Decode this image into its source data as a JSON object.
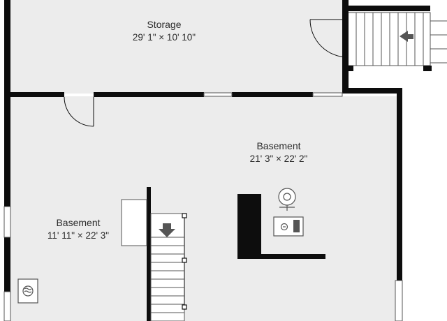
{
  "colors": {
    "wall": "#0d0d0d",
    "floor": "#ececec",
    "background": "#ffffff",
    "text": "#2b2b2b",
    "stair_line": "#555555"
  },
  "rooms": [
    {
      "name": "Storage",
      "dimensions": "29' 1\" × 10' 10\""
    },
    {
      "name": "Basement",
      "dimensions": "21' 3\" × 22' 2\""
    },
    {
      "name": "Basement",
      "dimensions": "11' 11\" × 22' 3\""
    }
  ],
  "icons": {
    "stair_arrow_upper": "stair-arrow-left-icon",
    "stair_arrow_lower": "stair-arrow-down-icon",
    "water_heater": "water-heater-icon",
    "furnace": "furnace-icon",
    "floor_drain": "floor-drain-icon"
  }
}
